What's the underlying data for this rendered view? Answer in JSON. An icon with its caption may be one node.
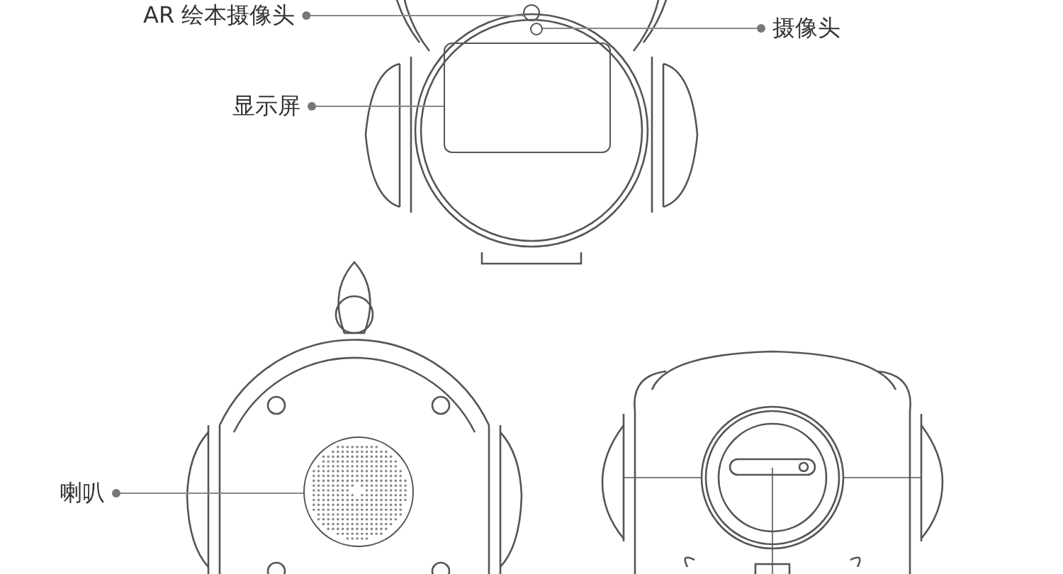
{
  "diagram": {
    "nodes": [
      {
        "text": [
          "AR 绘本摄像头"
        ]
      },
      {
        "text": [],
        "shape": "circle"
      },
      {
        "text": [
          "摄像头"
        ]
      },
      {
        "text": [],
        "shape": "circle"
      },
      {
        "text": [
          "显示屏"
        ]
      },
      {
        "text": [],
        "shape": "box"
      },
      {
        "text": [
          "喇叭"
        ]
      },
      {
        "text": [],
        "shape": "circle"
      }
    ],
    "edges": [
      {
        "from": 0,
        "to": 1,
        "arrow": "other"
      },
      {
        "from": 2,
        "to": 3,
        "arrow": "other"
      },
      {
        "from": 4,
        "to": 5,
        "arrow": "other"
      },
      {
        "from": 6,
        "to": 7,
        "arrow": "other"
      }
    ]
  }
}
